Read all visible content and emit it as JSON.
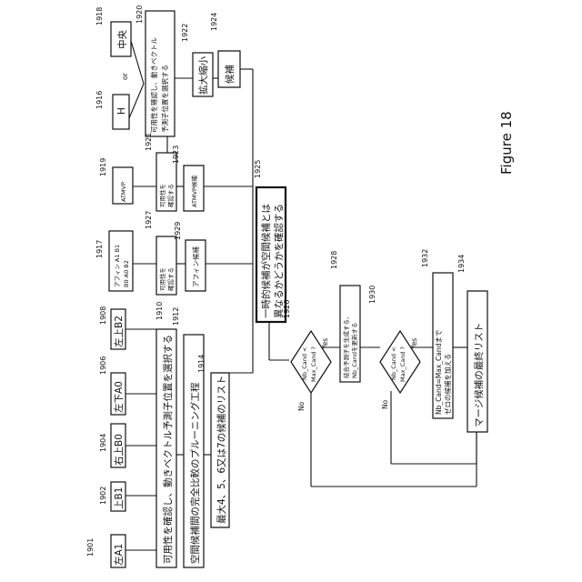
{
  "figure_label": "Figure 18",
  "nodes": {
    "a1": {
      "ref": "1901",
      "text": "左A1"
    },
    "b1": {
      "ref": "1902",
      "text": "上B1"
    },
    "b0": {
      "ref": "1904",
      "text": "右上B0"
    },
    "a0": {
      "ref": "1906",
      "text": "左下A0"
    },
    "b2": {
      "ref": "1908",
      "text": "左上B2"
    },
    "spatial_check": {
      "ref": "1910",
      "text": "可用性を確認し、動きベクトル予測子位置を選択する"
    },
    "pruning": {
      "ref": "1912",
      "text": "空間候補間の完全比較のプルーニング工程"
    },
    "list47": {
      "ref": "1914",
      "text": "最大4、5、6又は7の候補のリスト"
    },
    "h": {
      "ref": "1916",
      "text": "H"
    },
    "or": {
      "text": "or"
    },
    "center": {
      "ref": "1918",
      "text": "中央"
    },
    "temporal_check": {
      "ref": "1920",
      "text": [
        "可用性を確認し、動きベクトル",
        "予測子位置を選択する"
      ]
    },
    "scale": {
      "ref": "1922",
      "text": "拡大縮小"
    },
    "cand": {
      "ref": "1924",
      "text": "候補"
    },
    "atmvp": {
      "ref": "1919",
      "text": "ATMVP"
    },
    "atmvp_check": {
      "ref": "1921",
      "text": [
        "可用性を",
        "確認する"
      ]
    },
    "atmvp_cand": {
      "ref": "1923",
      "text": "ATMVP候補"
    },
    "affine": {
      "ref": "1917",
      "text": [
        "アフィン A1 B1",
        "B0 A0 B2"
      ]
    },
    "affine_check": {
      "ref": "1927",
      "text": [
        "可用性を",
        "確認する"
      ]
    },
    "affine_cand": {
      "ref": "1929",
      "text": "アフィン候補"
    },
    "temporal_diff": {
      "ref": "1925",
      "text": [
        "一時的候補が空間候補とは",
        "異なるかどうかを確認する"
      ]
    },
    "decision1": {
      "ref": "1926",
      "text": [
        "Nb_Cand <",
        "Max_Cand ?"
      ],
      "yes": "Yes",
      "no": "No"
    },
    "combine": {
      "ref": "1928",
      "text": [
        "結合予測子を生成する、",
        "Nb_Candを更新する"
      ]
    },
    "decision2": {
      "ref": "1930",
      "text": [
        "Nb_Cand <",
        "Max_Cand ?"
      ],
      "yes": "Yes",
      "no": "No"
    },
    "zero": {
      "ref": "1932",
      "text": [
        "Nb_Cand=Max_Candまで",
        "ゼロの候補を加える"
      ]
    },
    "final": {
      "ref": "1934",
      "text": "マージ候補の最終リスト"
    }
  }
}
